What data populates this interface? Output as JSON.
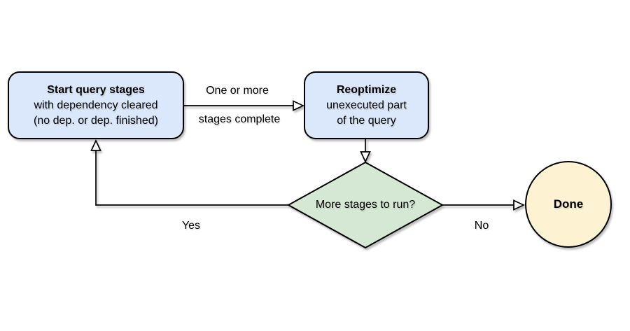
{
  "colors": {
    "background": "#ffffff",
    "stroke": "#000000",
    "process_fill": "#dbe8fb",
    "decision_fill": "#d5e8d4",
    "terminal_fill": "#fdf2d1"
  },
  "nodes": {
    "start": {
      "title": "Start query stages",
      "line2": "with dependency cleared",
      "line3": "(no dep. or dep. finished)"
    },
    "reoptimize": {
      "title": "Reoptimize",
      "line2": "unexecuted part",
      "line3": "of the query"
    },
    "decision": {
      "label": "More stages to run?"
    },
    "done": {
      "label": "Done"
    }
  },
  "edges": {
    "complete": {
      "line1": "One or more",
      "line2": "stages complete"
    },
    "yes": {
      "label": "Yes"
    },
    "no": {
      "label": "No"
    }
  }
}
